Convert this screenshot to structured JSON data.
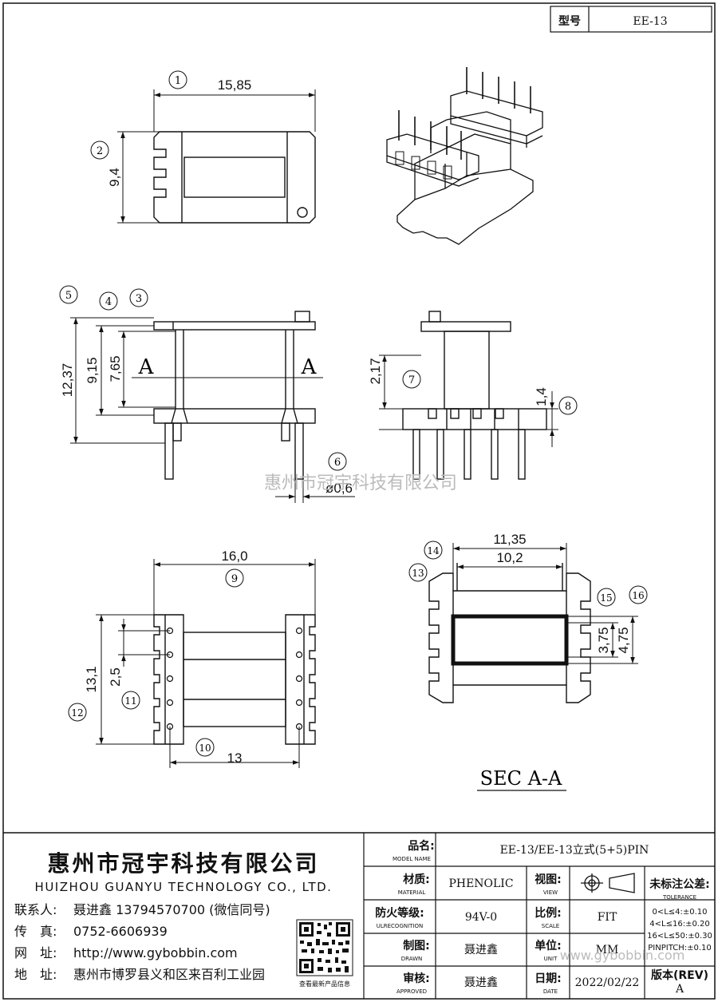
{
  "header": {
    "type_label": "型号",
    "type_value": "EE-13"
  },
  "dims": {
    "top_width": "15,85",
    "top_height": "9,4",
    "side_total": "12,37",
    "side_mid": "9,15",
    "side_inner": "7,65",
    "section_a_left": "A",
    "section_a_right": "A",
    "front_top": "2,17",
    "front_base": "1,4",
    "pin_dia": "ø0,6",
    "bottom_width": "16,0",
    "bottom_height": "13,1",
    "pin_pitch": "2,5",
    "pin_span": "13",
    "sec_outer": "11,35",
    "sec_inner": "10,2",
    "sec_h1": "3,75",
    "sec_h2": "4,75",
    "sec_title": "SEC A-A"
  },
  "callouts": [
    "1",
    "2",
    "3",
    "4",
    "5",
    "6",
    "7",
    "8",
    "9",
    "10",
    "11",
    "12",
    "13",
    "14",
    "15",
    "16"
  ],
  "watermark": "惠州市冠宇科技有限公司",
  "company": {
    "name_cn": "惠州市冠宇科技有限公司",
    "name_en": "HUIZHOU GUANYU TECHNOLOGY CO., LTD.",
    "contact_label": "联系人:",
    "contact_value": "聂进鑫 13794570700 (微信同号)",
    "fax_label": "传　真:",
    "fax_value": "0752-6606939",
    "web_label": "网　址:",
    "web_value": "http://www.gybobbin.com",
    "addr_label": "地　址:",
    "addr_value": "惠州市博罗县义和区来百利工业园",
    "qr_caption": "查看最新产品信息"
  },
  "titleblock": {
    "product_label": "品名:",
    "product_sub": "MODEL NAME",
    "product_value": "EE-13/EE-13立式(5+5)PIN",
    "material_label": "材质:",
    "material_sub": "MATERIAL",
    "material_value": "PHENOLIC",
    "view_label": "视图:",
    "view_sub": "VIEW",
    "fire_label": "防火等级:",
    "fire_sub": "ULRECOGNITION",
    "fire_value": "94V-0",
    "scale_label": "比例:",
    "scale_sub": "SCALE",
    "scale_value": "FIT",
    "drawn_label": "制图:",
    "drawn_sub": "DRAWN",
    "drawn_value": "聂进鑫",
    "unit_label": "单位:",
    "unit_sub": "UNIT",
    "unit_value": "MM",
    "approved_label": "审核:",
    "approved_sub": "APPROVED",
    "approved_value": "聂进鑫",
    "date_label": "日期:",
    "date_sub": "DATE",
    "date_value": "2022/02/22",
    "tol_title": "未标注公差:",
    "tol_sub": "TOLERANCE",
    "tol_1": "0<L≤4:±0.10",
    "tol_2": "4<L≤16:±0.20",
    "tol_3": "16<L≤50:±0.30",
    "tol_4": "PINPITCH:±0.10",
    "rev_label": "版本(REV)",
    "rev_value": "A",
    "tb_watermark": "www.gybobbin.com"
  }
}
